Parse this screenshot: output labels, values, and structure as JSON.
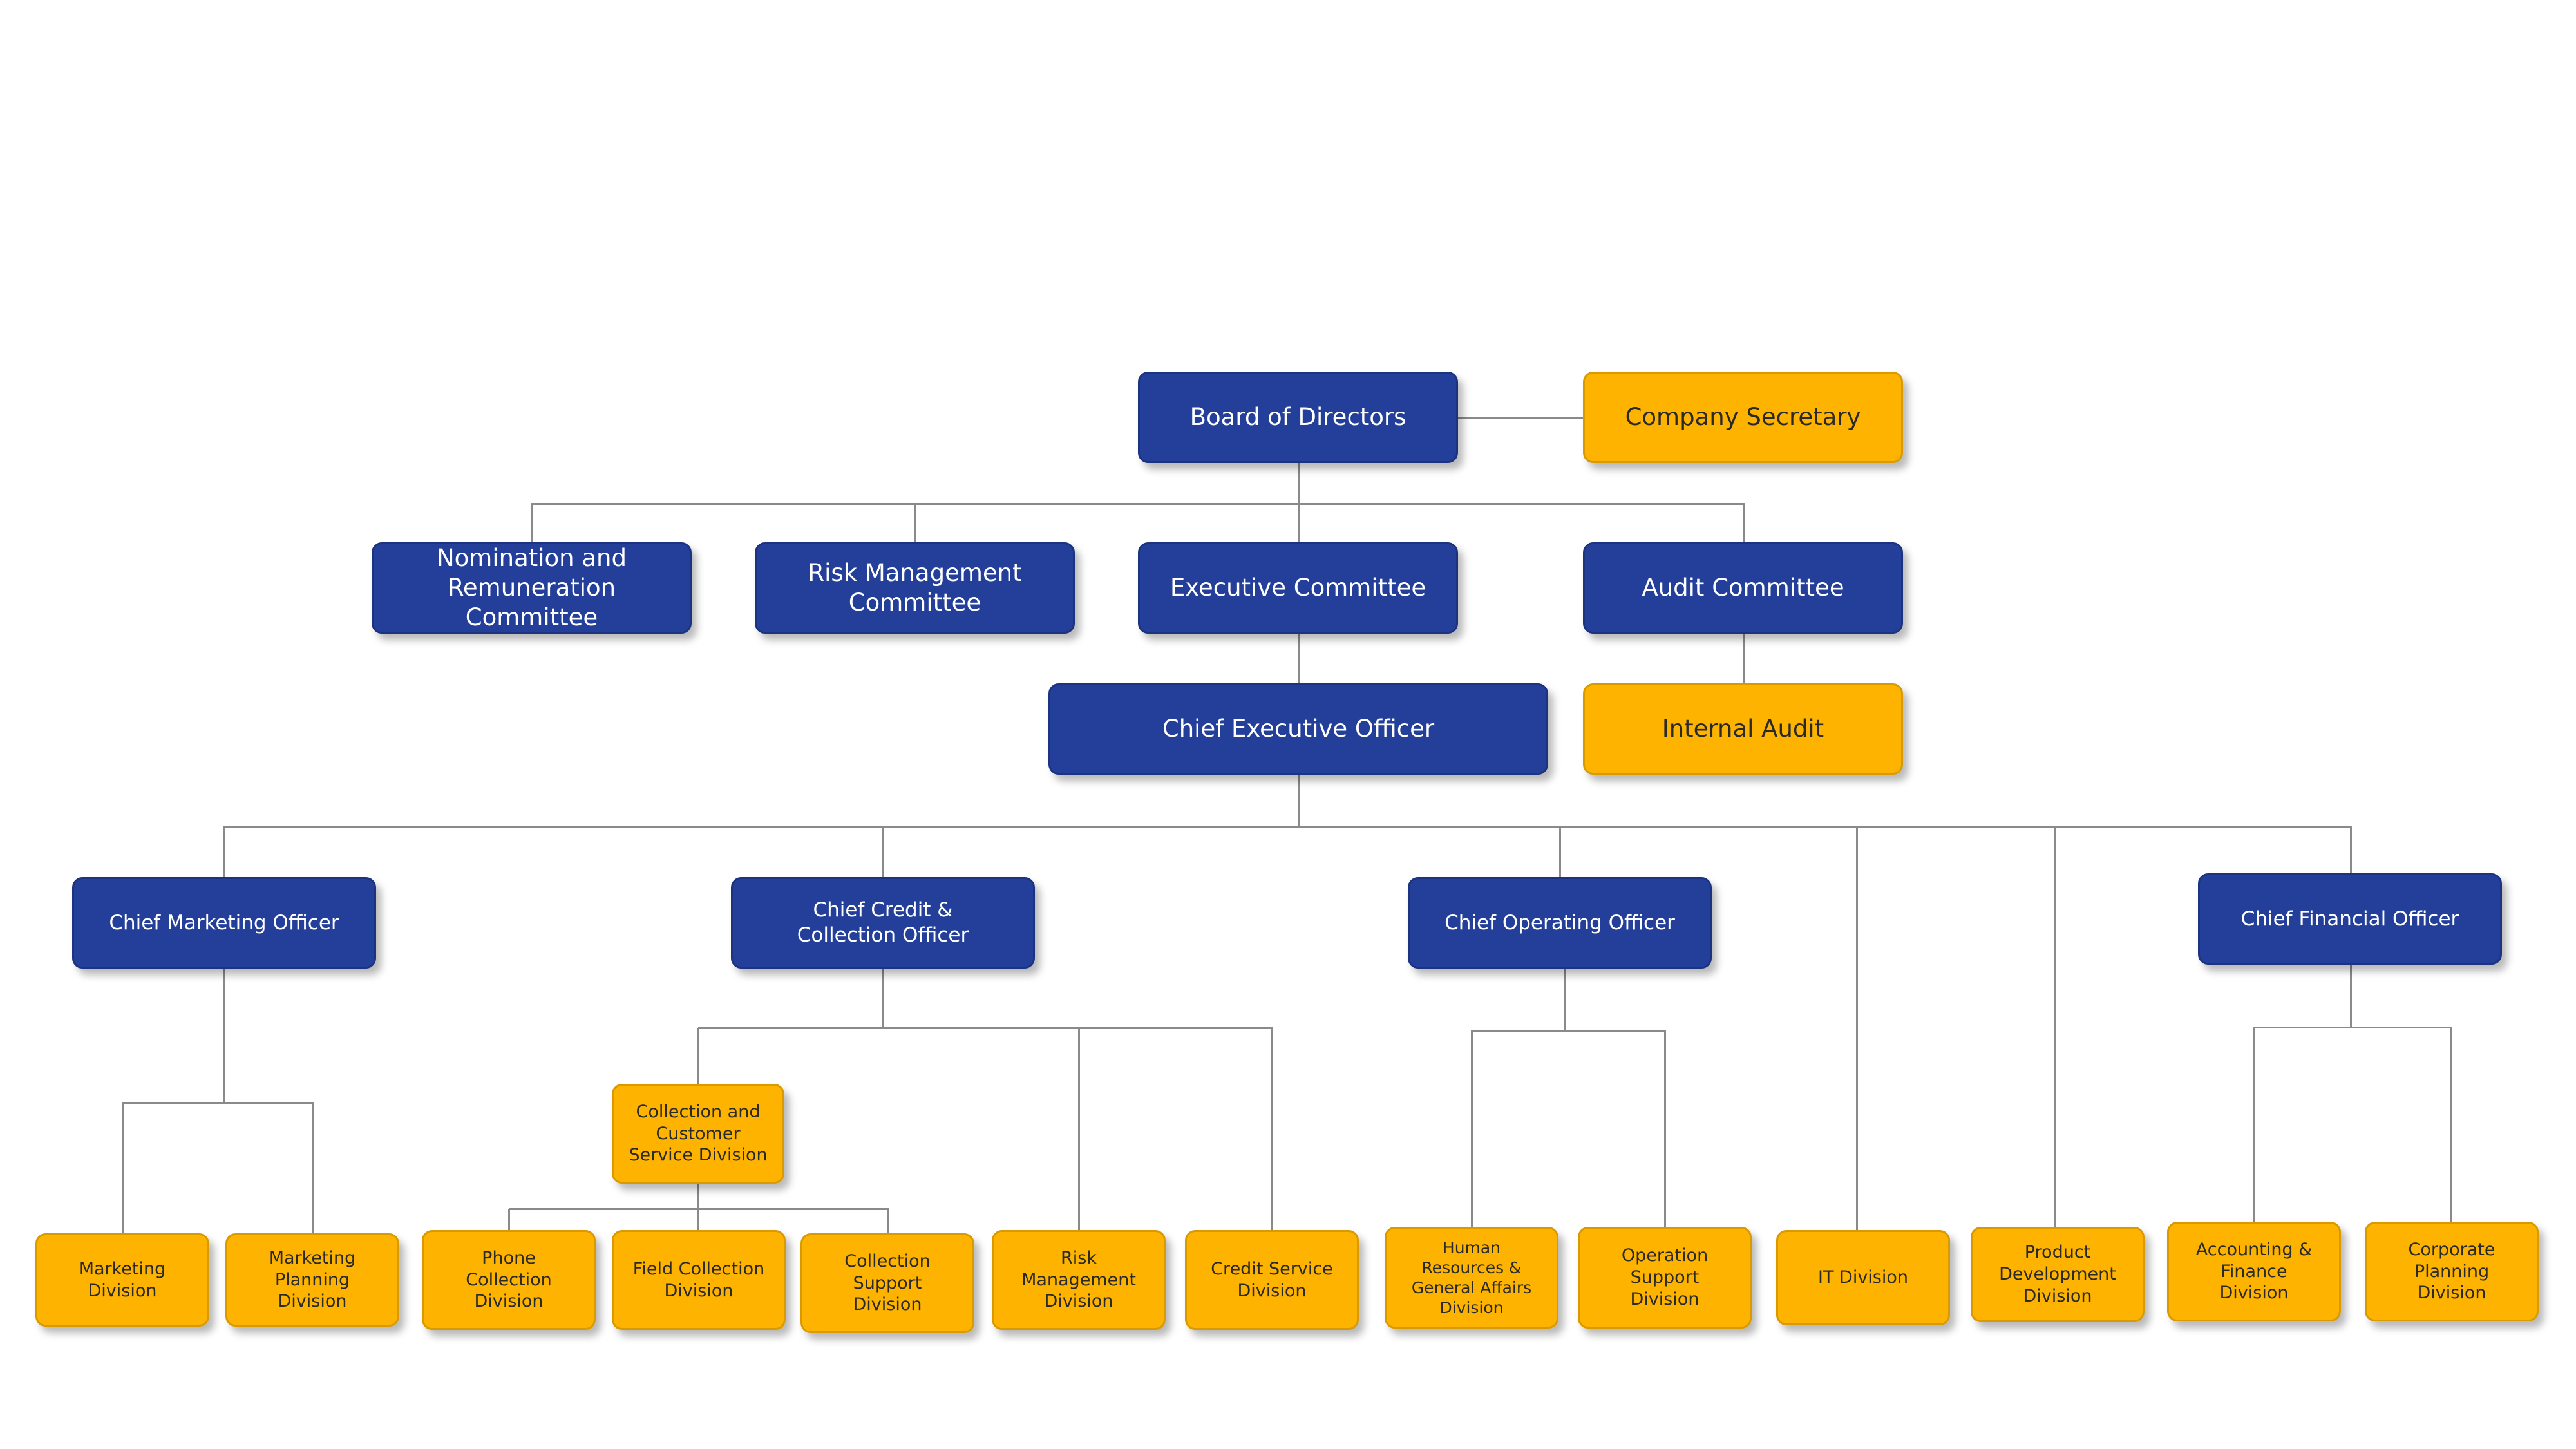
{
  "colors": {
    "leadership": "#233f99",
    "division": "#feb300",
    "connector": "#8a8a8a"
  },
  "nodes": [
    {
      "id": "board",
      "label": "Board of Directors",
      "kind": "leadership"
    },
    {
      "id": "company-secretary",
      "label": "Company Secretary",
      "kind": "division"
    },
    {
      "id": "nomination",
      "label": "Nomination and\nRemuneration Committee",
      "kind": "leadership"
    },
    {
      "id": "risk-committee",
      "label": "Risk Management\nCommittee",
      "kind": "leadership"
    },
    {
      "id": "executive-committee",
      "label": "Executive Committee",
      "kind": "leadership"
    },
    {
      "id": "audit-committee",
      "label": "Audit Committee",
      "kind": "leadership"
    },
    {
      "id": "ceo",
      "label": "Chief Executive Officer",
      "kind": "leadership"
    },
    {
      "id": "internal-audit",
      "label": "Internal Audit",
      "kind": "division"
    },
    {
      "id": "cmo",
      "label": "Chief Marketing Officer",
      "kind": "leadership"
    },
    {
      "id": "ccco",
      "label": "Chief Credit &\nCollection Officer",
      "kind": "leadership"
    },
    {
      "id": "coo",
      "label": "Chief Operating Officer",
      "kind": "leadership"
    },
    {
      "id": "cfo",
      "label": "Chief Financial Officer",
      "kind": "leadership"
    },
    {
      "id": "collection-customer",
      "label": "Collection and\nCustomer\nService Division",
      "kind": "division"
    },
    {
      "id": "marketing-div",
      "label": "Marketing\nDivision",
      "kind": "division"
    },
    {
      "id": "marketing-planning",
      "label": "Marketing\nPlanning\nDivision",
      "kind": "division"
    },
    {
      "id": "phone-collection",
      "label": "Phone\nCollection\nDivision",
      "kind": "division"
    },
    {
      "id": "field-collection",
      "label": "Field Collection\nDivision",
      "kind": "division"
    },
    {
      "id": "collection-support",
      "label": "Collection\nSupport\nDivision",
      "kind": "division"
    },
    {
      "id": "risk-management-div",
      "label": "Risk\nManagement\nDivision",
      "kind": "division"
    },
    {
      "id": "credit-service",
      "label": "Credit Service\nDivision",
      "kind": "division"
    },
    {
      "id": "hr-ga",
      "label": "Human\nResources &\nGeneral Affairs\nDivision",
      "kind": "division"
    },
    {
      "id": "operation-support",
      "label": "Operation\nSupport\nDivision",
      "kind": "division"
    },
    {
      "id": "it-division",
      "label": "IT Division",
      "kind": "division"
    },
    {
      "id": "product-development",
      "label": "Product\nDevelopment\nDivision",
      "kind": "division"
    },
    {
      "id": "accounting-finance",
      "label": "Accounting &\nFinance\nDivision",
      "kind": "division"
    },
    {
      "id": "corporate-planning",
      "label": "Corporate\nPlanning\nDivision",
      "kind": "division"
    }
  ],
  "edges": [
    [
      "board",
      "company-secretary"
    ],
    [
      "board",
      "nomination"
    ],
    [
      "board",
      "risk-committee"
    ],
    [
      "board",
      "executive-committee"
    ],
    [
      "board",
      "audit-committee"
    ],
    [
      "executive-committee",
      "ceo"
    ],
    [
      "audit-committee",
      "internal-audit"
    ],
    [
      "ceo",
      "cmo"
    ],
    [
      "ceo",
      "ccco"
    ],
    [
      "ceo",
      "coo"
    ],
    [
      "ceo",
      "it-division"
    ],
    [
      "ceo",
      "product-development"
    ],
    [
      "ceo",
      "cfo"
    ],
    [
      "cmo",
      "marketing-div"
    ],
    [
      "cmo",
      "marketing-planning"
    ],
    [
      "ccco",
      "collection-customer"
    ],
    [
      "ccco",
      "risk-management-div"
    ],
    [
      "ccco",
      "credit-service"
    ],
    [
      "collection-customer",
      "phone-collection"
    ],
    [
      "collection-customer",
      "field-collection"
    ],
    [
      "collection-customer",
      "collection-support"
    ],
    [
      "coo",
      "hr-ga"
    ],
    [
      "coo",
      "operation-support"
    ],
    [
      "cfo",
      "accounting-finance"
    ],
    [
      "cfo",
      "corporate-planning"
    ]
  ]
}
